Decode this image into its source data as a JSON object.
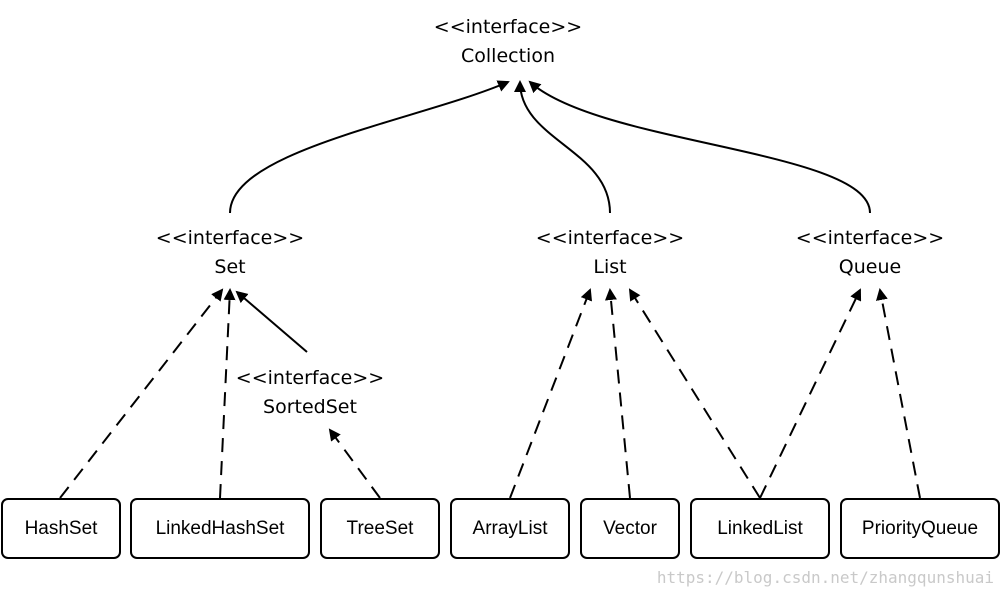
{
  "interfaces": {
    "collection": {
      "stereotype": "<<interface>>",
      "name": "Collection"
    },
    "set": {
      "stereotype": "<<interface>>",
      "name": "Set"
    },
    "list": {
      "stereotype": "<<interface>>",
      "name": "List"
    },
    "queue": {
      "stereotype": "<<interface>>",
      "name": "Queue"
    },
    "sortedset": {
      "stereotype": "<<interface>>",
      "name": "SortedSet"
    }
  },
  "classes": {
    "hashset": "HashSet",
    "linkedhashset": "LinkedHashSet",
    "treeset": "TreeSet",
    "arraylist": "ArrayList",
    "vector": "Vector",
    "linkedlist": "LinkedList",
    "priorityqueue": "PriorityQueue"
  },
  "watermark": "https://blog.csdn.net/zhangqunshuai"
}
